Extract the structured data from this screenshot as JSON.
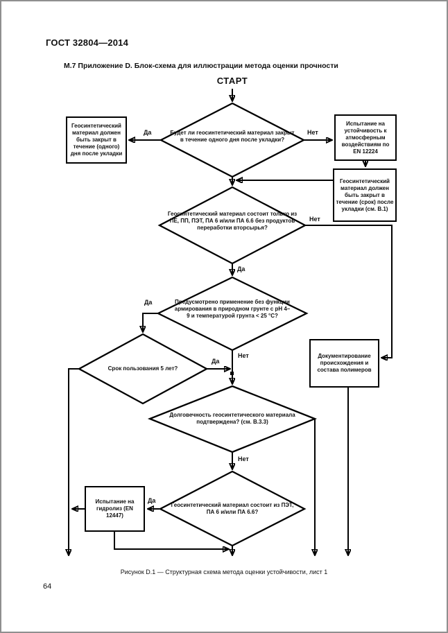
{
  "page": {
    "doc_number": "ГОСТ 32804—2014",
    "section_title": "М.7 Приложение D. Блок-схема для иллюстрации метода оценки прочности",
    "caption": "Рисунок D.1 — Структурная схема метода оценки устойчивости, лист 1",
    "page_number": "64"
  },
  "flowchart": {
    "start_label": "СТАРТ",
    "labels": {
      "yes": "Да",
      "no": "Нет"
    },
    "nodes": {
      "d1": "Будет ли геосинтетический материал закрыт в течение одного дня после укладки?",
      "box_cover_one_day": "Геосинтетический материал должен быть закрыт в течение (одного) дня после укладки",
      "box_weathering_test": "Испытание на устойчивость к атмосферным воздействиям по EN 12224",
      "box_cover_period": "Геосинтетический материал должен быть закрыт в течение (срок) после укладки (см. В.1)",
      "d2": "Геосинтетический материал состоит только из ПЕ, ПП, ПЭТ, ПА 6 и/или ПА 6.6 без продуктов переработки вторсырья?",
      "d3": "Предусмотрено применение без функции армирования в природном грунте с pH 4–9 и температурой грунта < 25 °С?",
      "d4": "Срок пользования 5 лет?",
      "box_documentation": "Документирование происхождения и состава полимеров",
      "d5": "Долговечность геосинтетического материала подтверждена? (см. В.3.3)",
      "d6": "Геосинтетический материал состоит из ПЭТ, ПА 6 и/или ПА 6.6?",
      "box_hydrolysis": "Испытание на гидролиз (EN 12447)"
    }
  }
}
